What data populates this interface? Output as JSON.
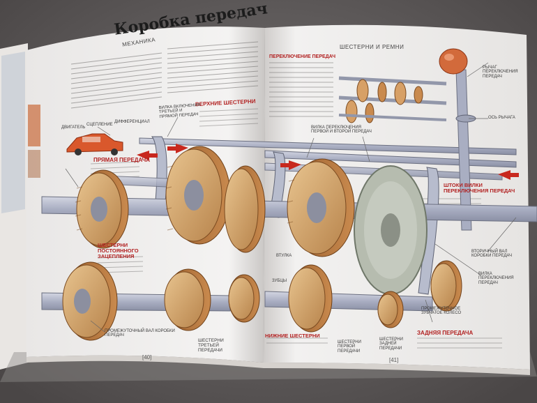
{
  "page": {
    "section_left": "МЕХАНИКА",
    "section_right": "ШЕСТЕРНИ И РЕМНИ",
    "title": "Коробка передач",
    "page_left": "[40]",
    "page_right": "[41]"
  },
  "labels": {
    "upper_gears": "ВЕРХНИЕ ШЕСТЕРНИ",
    "direct_gear": "ПРЯМАЯ ПЕРЕДАЧА",
    "constant_mesh": "ШЕСТЕРНИ ПОСТОЯННОГО ЗАЦЕПЛЕНИЯ",
    "third_gear": "ШЕСТЕРНИ ТРЕТЬЕЙ ПЕРЕДАЧИ",
    "intermediate_shaft": "ПРОМЕЖУТОЧНЫЙ ВАЛ КОРОБКИ ПЕРЕДАЧ",
    "lower_gears": "НИЖНИЕ ШЕСТЕРНИ",
    "first_gear": "ШЕСТЕРНИ ПЕРВОЙ ПЕРЕДАЧИ",
    "reverse_gears": "ШЕСТЕРНИ ЗАДНЕЙ ПЕРЕДАЧИ",
    "reverse": "ЗАДНЯЯ ПЕРЕДАЧА",
    "idler": "ПРОМЕЖУТОЧНОЕ ЗУБЧАТОЕ КОЛЕСО",
    "shift_rods": "ШТОКИ ВИЛКИ ПЕРЕКЛЮЧЕНИЯ ПЕРЕДАЧ",
    "secondary_shaft": "ВТОРИЧНЫЙ ВАЛ КОРОБКИ ПЕРЕДАЧ",
    "shift_fork": "ВИЛКА ПЕРЕКЛЮЧЕНИЯ ПЕРЕДАЧ",
    "gear_shifting": "ПЕРЕКЛЮЧЕНИЕ ПЕРЕДАЧ",
    "lever": "РЫЧАГ ПЕРЕКЛЮЧЕНИЯ ПЕРЕДАЧ",
    "lever_axis": "ОСЬ РЫЧАГА",
    "fork_1_2": "ВИЛКА ПЕРЕКЛЮЧЕНИЯ ПЕРВОЙ И ВТОРОЙ ПЕРЕДАЧ",
    "fork_3_4": "ВИЛКА ВКЛЮЧЕНИЯ ТРЕТЬЕЙ И ПРЯМОЙ ПЕРЕДАЧ",
    "engine": "ДВИГАТЕЛЬ",
    "clutch": "СЦЕПЛЕНИЕ",
    "differential": "ДИФФЕРЕНЦИАЛ",
    "bushing": "ВТУЛКА",
    "teeth": "ЗУБЦЫ"
  }
}
